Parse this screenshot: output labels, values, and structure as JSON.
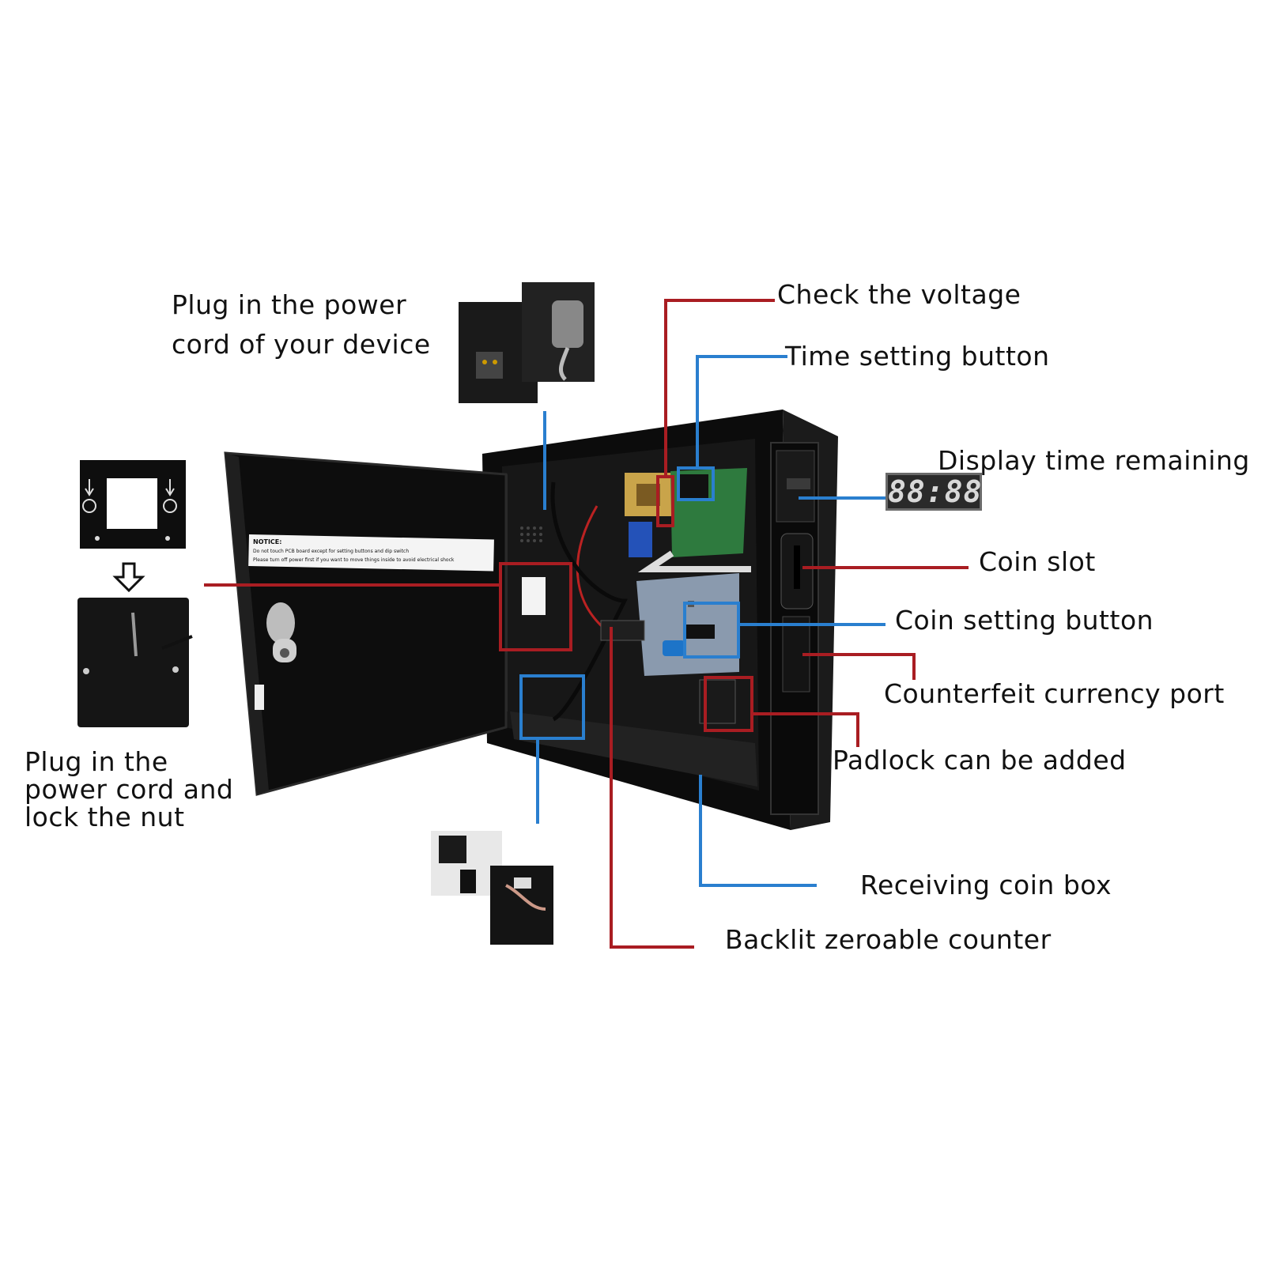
{
  "labels": {
    "plug_power_device_line1": "Plug in the power",
    "plug_power_device_line2": "cord of your device",
    "check_voltage": "Check the voltage",
    "time_setting_button": "Time setting button",
    "display_time_remaining": "Display time remaining",
    "coin_slot": "Coin slot",
    "coin_setting_button": "Coin setting button",
    "counterfeit_currency_port": "Counterfeit currency port",
    "padlock_can_be_added": "Padlock can be added",
    "plug_power_lock_line1": "Plug in the",
    "plug_power_lock_line2": "power cord and",
    "plug_power_lock_line3": "lock the nut",
    "receiving_coin_box": "Receiving coin box",
    "backlit_zeroable_counter": "Backlit zeroable counter"
  },
  "display_readout": "88:88",
  "notice_sticker": {
    "title": "NOTICE:",
    "line1": "Do not touch PCB board except for setting buttons and dip switch",
    "line2": "Please turn off power first if you want to move things inside to avoid electrical shock"
  },
  "colors": {
    "callout_red": "#a91d22",
    "callout_blue": "#2a7fcf",
    "cabinet_black": "#0c0c0c"
  }
}
